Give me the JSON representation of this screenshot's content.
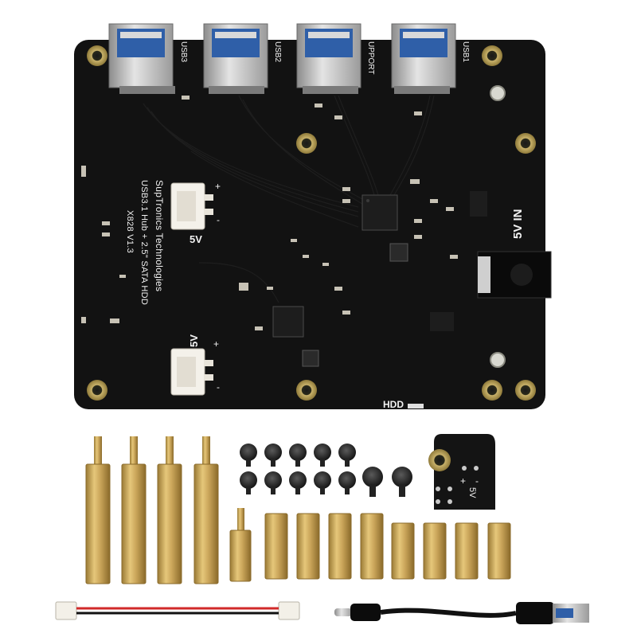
{
  "board": {
    "usb_labels": [
      "USB3",
      "USB2",
      "UPPORT",
      "USB1"
    ],
    "brand": "SupTronics Technologies",
    "description": "USB3.1 Hub + 2.5\" SATA HDD",
    "model": "X828 V1.3",
    "power_in_label": "5V IN",
    "connector_upper_label": "5V",
    "connector_lower_label": "5V",
    "hdd_label": "HDD",
    "plus": "+",
    "minus": "-"
  },
  "adapter": {
    "plus": "+",
    "minus": "-",
    "voltage_label": "5V"
  },
  "colors": {
    "pcb": "#111111",
    "brass": "#c9a557",
    "mounting_pad": "#b8a25a",
    "usb_blue": "#2f5fa8",
    "background": "#ffffff"
  },
  "accessories": {
    "long_standoffs": 4,
    "short_standoff": 1,
    "hex_spacers_threaded": 4,
    "hex_nuts": 4,
    "small_screws": 10,
    "large_screws": 2
  }
}
